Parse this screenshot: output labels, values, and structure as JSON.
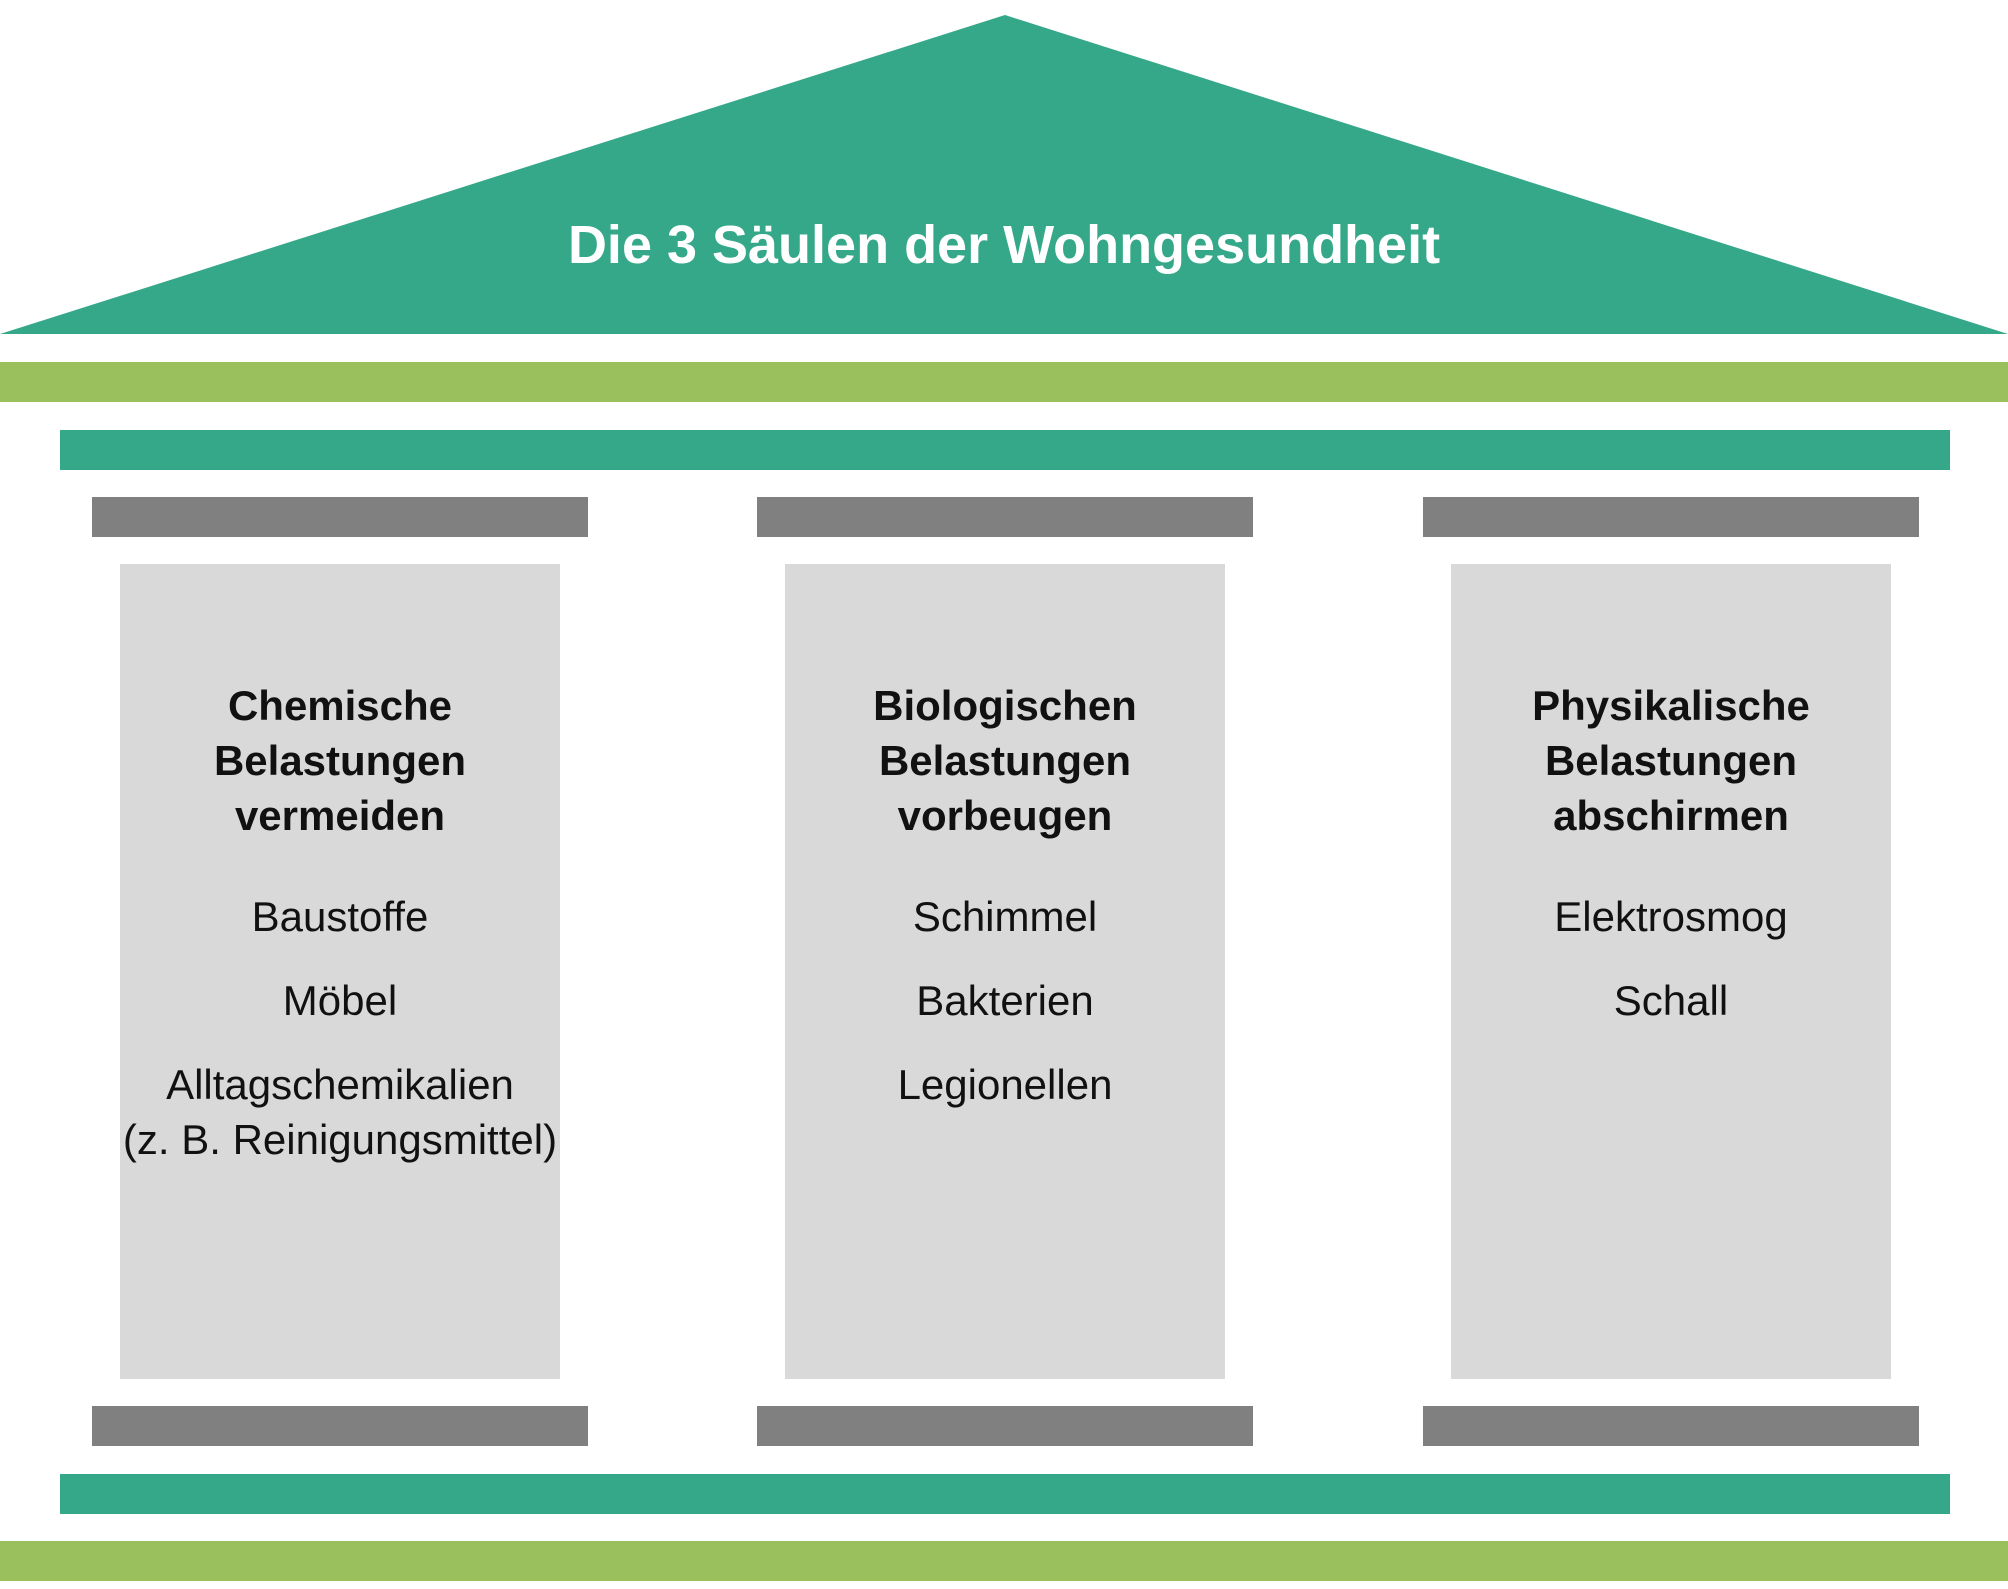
{
  "title": "Die 3 Säulen der Wohngesundheit",
  "colors": {
    "teal": "#35a88a",
    "lime": "#9abf5d",
    "gray_bar": "#808080",
    "pillar_fill": "#d9d9d9",
    "text": "#111111",
    "title_text": "#ffffff"
  },
  "pillars": [
    {
      "heading": "Chemische\nBelastungen\nvermeiden",
      "items": [
        "Baustoffe",
        "Möbel",
        "Alltagschemikalien\n(z. B. Reinigungsmittel)"
      ]
    },
    {
      "heading": "Biologischen\nBelastungen\nvorbeugen",
      "items": [
        "Schimmel",
        "Bakterien",
        "Legionellen"
      ]
    },
    {
      "heading": "Physikalische\nBelastungen\nabschirmen",
      "items": [
        "Elektrosmog",
        "Schall"
      ]
    }
  ]
}
